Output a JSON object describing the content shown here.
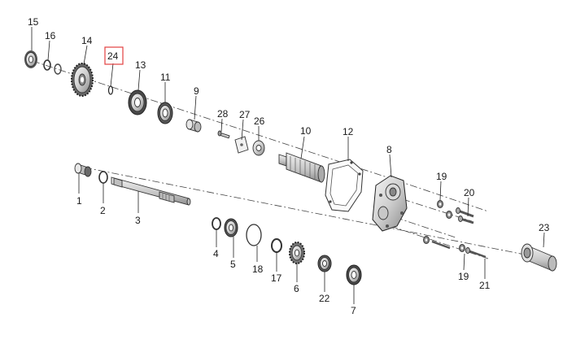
{
  "colors": {
    "metal_light": "#e6e6e6",
    "metal_mid": "#bdbdbd",
    "metal_dark": "#6e6e6e",
    "highlight_box": "#e34040"
  },
  "labels": {
    "p1": "1",
    "p2": "2",
    "p3": "3",
    "p4": "4",
    "p5": "5",
    "p6": "6",
    "p7": "7",
    "p8": "8",
    "p9": "9",
    "p10": "10",
    "p11": "11",
    "p12": "12",
    "p13": "13",
    "p14": "14",
    "p15": "15",
    "p16": "16",
    "p17": "17",
    "p18": "18",
    "p19a": "19",
    "p19b": "19",
    "p20": "20",
    "p21": "21",
    "p22": "22",
    "p23": "23",
    "p24": "24",
    "p26": "26",
    "p27": "27",
    "p28": "28"
  }
}
